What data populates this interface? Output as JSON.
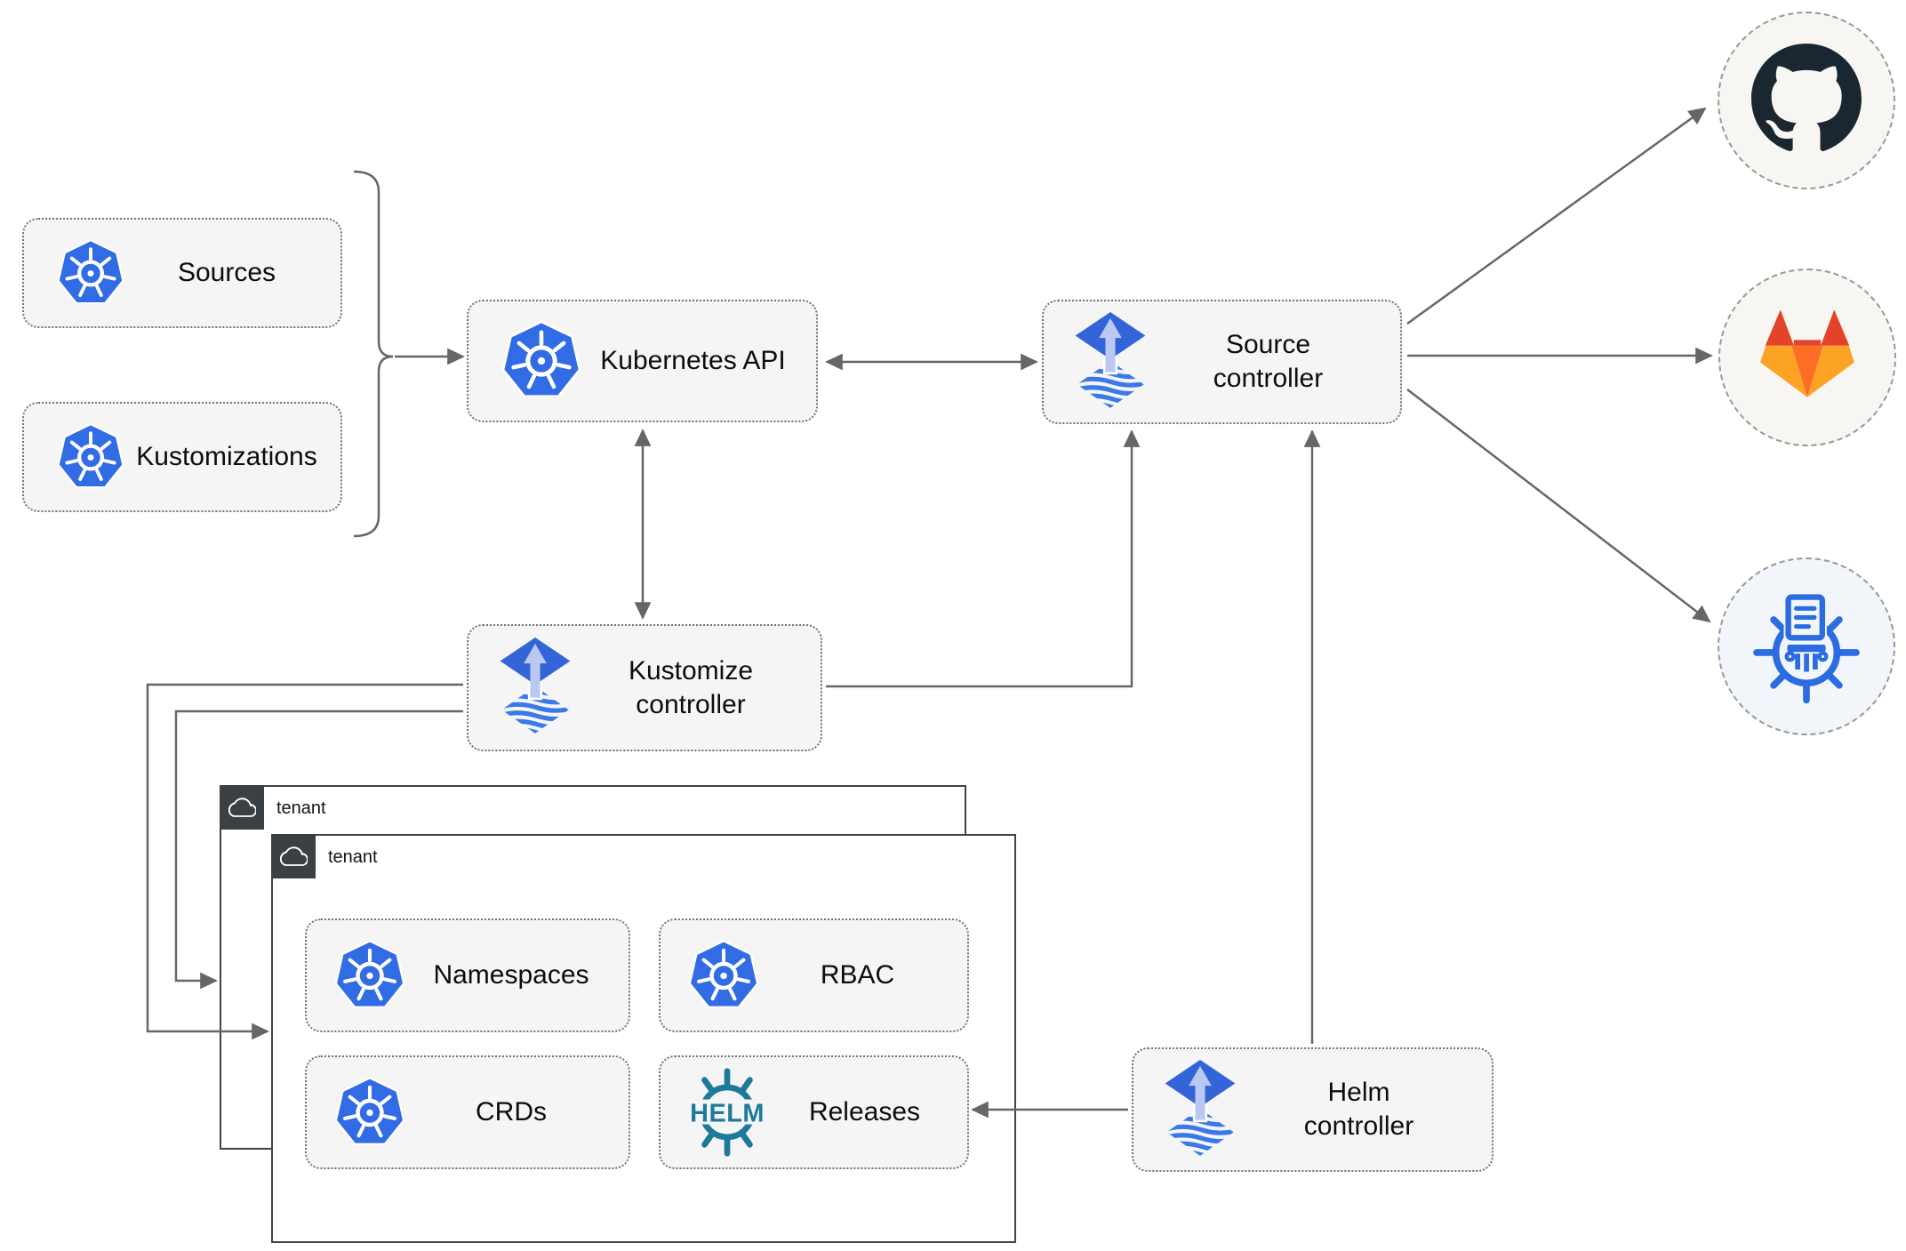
{
  "colors": {
    "k8s_blue": "#326ce5",
    "flux_blue": "#3365d8",
    "flux_light": "#b9c9f2",
    "flux_stripe": "#3b79e8",
    "helm_teal": "#1e7a9c",
    "cm_blue": "#2b6ce0",
    "github_dark": "#1b2730",
    "gitlab_red": "#e24329",
    "gitlab_orange": "#fc6d26",
    "gitlab_yellow": "#fca326",
    "line_gray": "#666666",
    "box_fill": "#f5f5f5",
    "box_border": "#757575",
    "tenant_border": "#3f4347",
    "tenant_header_bg": "#3b4045",
    "circle_fill": "#f7f6f2",
    "cm_circle_fill": "#f2f6fa",
    "text_color": "#0d0d0d"
  },
  "groups": {
    "sources": {
      "label": "Sources",
      "icon": "kubernetes-icon"
    },
    "kustomizations": {
      "label": "Kustomizations",
      "icon": "kubernetes-icon"
    }
  },
  "nodes": {
    "kubernetes_api": {
      "label": "Kubernetes API",
      "icon": "kubernetes-icon"
    },
    "source_controller": {
      "label": "Source\ncontroller",
      "icon": "flux-icon"
    },
    "kustomize_controller": {
      "label": "Kustomize\ncontroller",
      "icon": "flux-icon"
    },
    "helm_controller": {
      "label": "Helm\ncontroller",
      "icon": "flux-icon"
    }
  },
  "tenants": [
    {
      "label": "tenant",
      "icon": "cloud-icon"
    },
    {
      "label": "tenant",
      "icon": "cloud-icon"
    }
  ],
  "tenant_resources": {
    "namespaces": {
      "label": "Namespaces",
      "icon": "kubernetes-icon"
    },
    "rbac": {
      "label": "RBAC",
      "icon": "kubernetes-icon"
    },
    "crds": {
      "label": "CRDs",
      "icon": "kubernetes-icon"
    },
    "releases": {
      "label": "Releases",
      "icon": "helm-icon",
      "logo_text": "HELM"
    }
  },
  "externals": {
    "github": {
      "icon": "github-icon"
    },
    "gitlab": {
      "icon": "gitlab-icon"
    },
    "chart_repository": {
      "icon": "chartmuseum-icon"
    }
  }
}
